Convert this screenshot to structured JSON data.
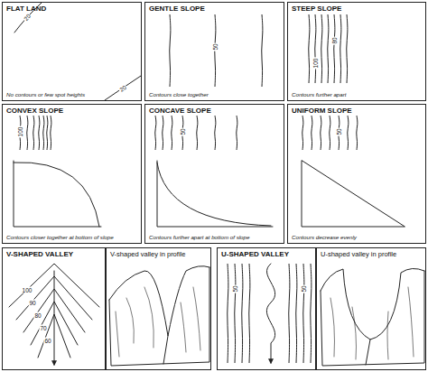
{
  "diagram": {
    "nodes": [
      {
        "text": [
          "FLAT LAND",
          "No contours or few spot heights"
        ]
      },
      {
        "text": [
          "GENTLE SLOPE",
          "Contours close together"
        ]
      },
      {
        "text": [
          "STEEP SLOPE",
          "Contours further apart"
        ]
      },
      {
        "text": [
          "CONVEX SLOPE",
          "Contours closer together at bottom of slope"
        ]
      },
      {
        "text": [
          "CONCAVE SLOPE",
          "Contours further apart at bottom of slope"
        ]
      },
      {
        "text": [
          "UNIFORM SLOPE",
          "Contours decrease evenly"
        ]
      },
      {
        "text": [
          "V-SHAPED VALLEY"
        ]
      },
      {
        "text": [
          "V-shaped valley in profile"
        ]
      },
      {
        "text": [
          "U-SHAPED VALLEY"
        ]
      },
      {
        "text": [
          "U-shaped valley in profile"
        ]
      }
    ],
    "labels": [
      "20",
      "20",
      "50",
      "100",
      "80",
      "100",
      "50",
      "50",
      "100",
      "90",
      "80",
      "70",
      "60",
      "50",
      "50"
    ]
  }
}
